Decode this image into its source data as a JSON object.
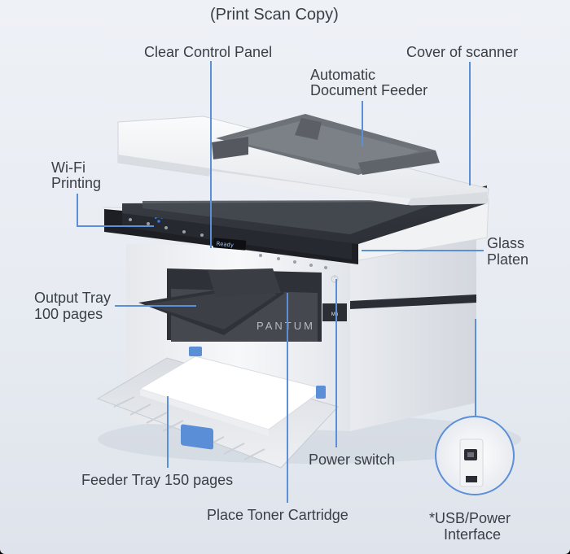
{
  "title": "(Print Scan Copy)",
  "brand_text": "PANTUM",
  "lcd_text": "Ready",
  "callouts": {
    "control_panel": "Clear Control Panel",
    "cover": "Cover of scanner",
    "adf_line1": "Automatic",
    "adf_line2": "Document Feeder",
    "wifi_line1": "Wi-Fi",
    "wifi_line2": "Printing",
    "glass_line1": "Glass",
    "glass_line2": "Platen",
    "output_line1": "Output Tray",
    "output_line2": "100 pages",
    "feeder": "Feeder Tray 150 pages",
    "power": "Power switch",
    "toner": "Place Toner Cartridge",
    "usb_line1": "*USB/Power",
    "usb_line2": "Interface"
  },
  "colors": {
    "leader": "#5b8fd8",
    "wifi": "#2f7bf0",
    "body": "#f3f4f6",
    "panel": "#1d1f24"
  },
  "icons": [
    "wifi-icon",
    "power-icon",
    "usb-port-icon"
  ]
}
